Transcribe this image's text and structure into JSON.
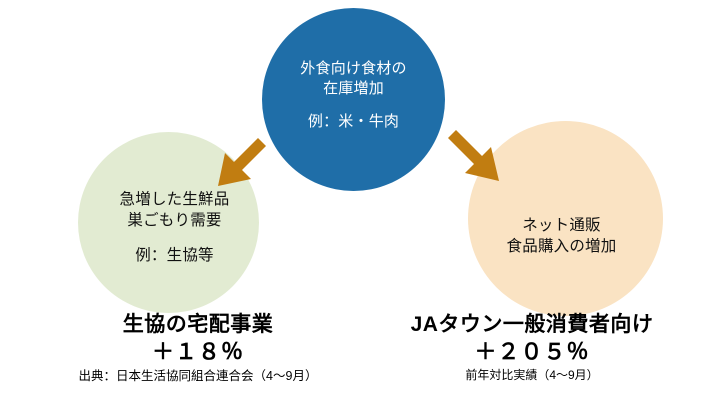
{
  "diagram": {
    "background_color": "#FFFFFF",
    "nodes": {
      "top": {
        "shape": "circle",
        "fill_color": "#1F6EA8",
        "text_color": "#FFFFFF",
        "line1": "外食向け食材の",
        "line2": "在庫増加",
        "line3": "例：米・牛肉"
      },
      "left": {
        "shape": "circle",
        "fill_color": "#E2EBD2",
        "text_color": "#111111",
        "line1": "急増した生鮮品",
        "line2": "巣ごもり需要",
        "line3": "例：生協等"
      },
      "right": {
        "shape": "circle",
        "fill_color": "#FAE3C3",
        "text_color": "#111111",
        "line1": "ネット通販",
        "line2": "食品購入の増加",
        "line3": ""
      }
    },
    "arrows": {
      "color": "#C17D11",
      "left": {
        "name": "arrow-top-to-left",
        "direction": "down-left"
      },
      "right": {
        "name": "arrow-top-to-right",
        "direction": "down-right"
      }
    },
    "captions": {
      "left": {
        "title": "生協の宅配事業",
        "value": "＋１８％",
        "source": "出典：日本生活協同組合連合会（4〜9月）"
      },
      "right": {
        "title": "JAタウン一般消費者向け",
        "value": "＋２０５％",
        "source": "前年対比実績（4〜9月）"
      }
    }
  }
}
